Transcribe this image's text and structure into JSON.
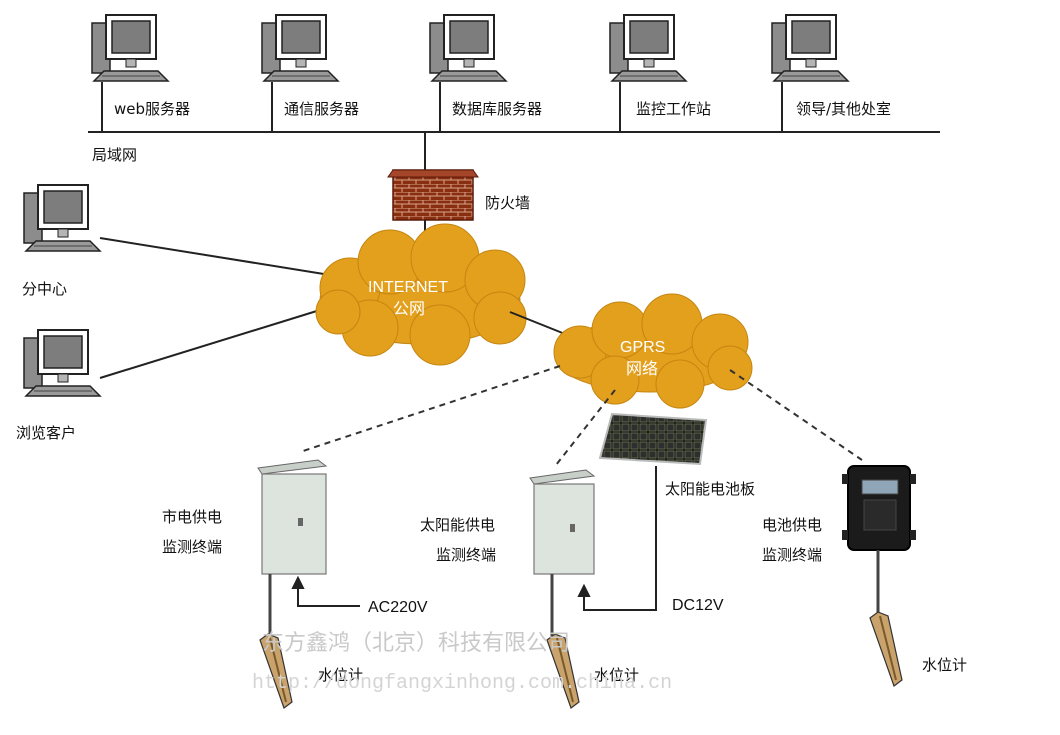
{
  "servers": [
    {
      "label": "web服务器"
    },
    {
      "label": "通信服务器"
    },
    {
      "label": "数据库服务器"
    },
    {
      "label": "监控工作站"
    },
    {
      "label": "领导/其他处室"
    }
  ],
  "lan_label": "局域网",
  "firewall_label": "防火墙",
  "clients": [
    {
      "label": "分中心"
    },
    {
      "label": "浏览客户"
    }
  ],
  "internet_cloud": {
    "line1": "INTERNET",
    "line2": "公网"
  },
  "gprs_cloud": {
    "line1": "GPRS",
    "line2": "网络"
  },
  "terminals": {
    "mains": {
      "line1": "市电供电",
      "line2": "监测终端",
      "power": "AC220V",
      "sensor": "水位计"
    },
    "solar": {
      "line1": "太阳能供电",
      "line2": "监测终端",
      "power": "DC12V",
      "sensor": "水位计",
      "panel": "太阳能电池板"
    },
    "battery": {
      "line1": "电池供电",
      "line2": "监测终端",
      "sensor": "水位计"
    }
  },
  "watermark": {
    "line1": "东方鑫鸿（北京）科技有限公司",
    "line2": "http://dongfangxinhong.com.china.cn"
  },
  "colors": {
    "cloud": "#e3a01d",
    "firewall": "#8a2e12",
    "cabinet": "#dde3dd",
    "line": "#333333"
  }
}
